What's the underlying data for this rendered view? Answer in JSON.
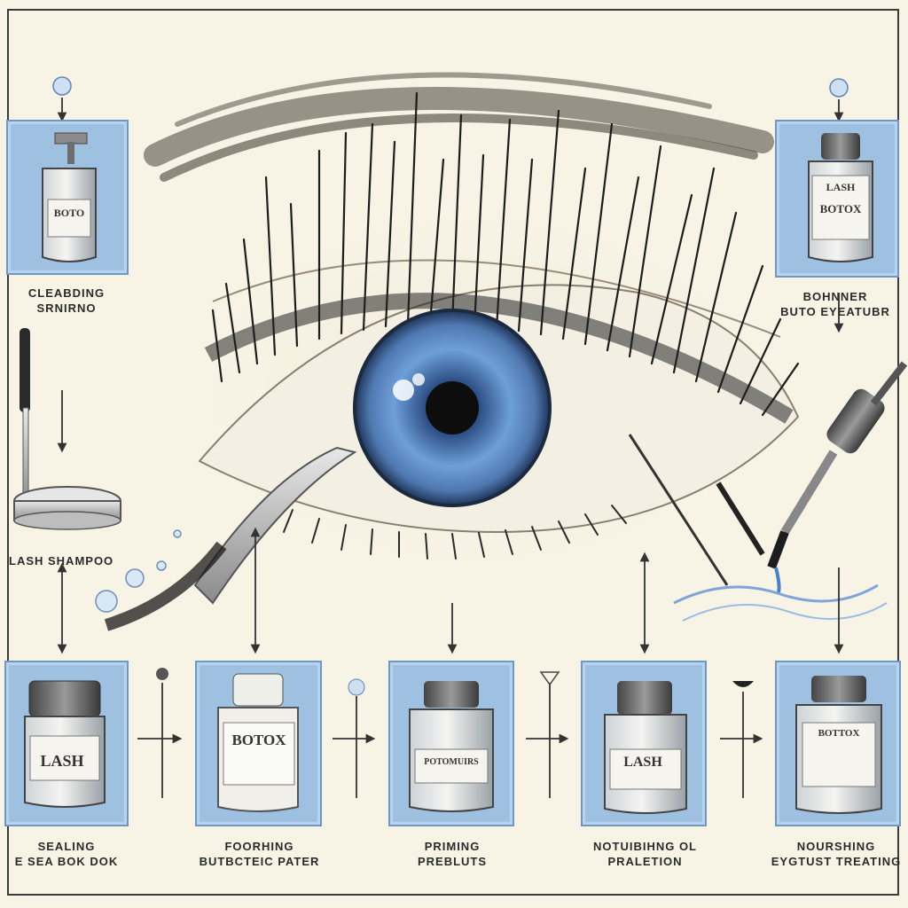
{
  "labels": {
    "top_left": [
      "CLEABDING",
      "SRNIRNO"
    ],
    "top_right": [
      "BOHNNER",
      "BUTO EYEATUBR"
    ],
    "lash_shampoo": "LASH SHAMPOO",
    "bottom": [
      [
        "SEALING",
        "E SEA BOK DOK"
      ],
      [
        "FOORHING",
        "BUTBCTEIC PATER"
      ],
      [
        "PRIMING",
        "PREBLUTS"
      ],
      [
        "NOTUIBIHNG OL",
        "PRALETION"
      ],
      [
        "NOURSHING",
        "EYGTUST TREATING"
      ]
    ]
  },
  "product_labels": {
    "top_left": "BOTO",
    "top_right_line1": "LASH",
    "top_right_line2": "BOTOX",
    "b1": "LASH",
    "b2": "BOTOX",
    "b3": "POTOMUIRS",
    "b4": "LASH",
    "b5": "BOTTOX"
  },
  "colors": {
    "background": "#f7f4e6",
    "card": "#9ec0e1",
    "iris": "#5b86c0",
    "ink": "#2a2a2a"
  }
}
